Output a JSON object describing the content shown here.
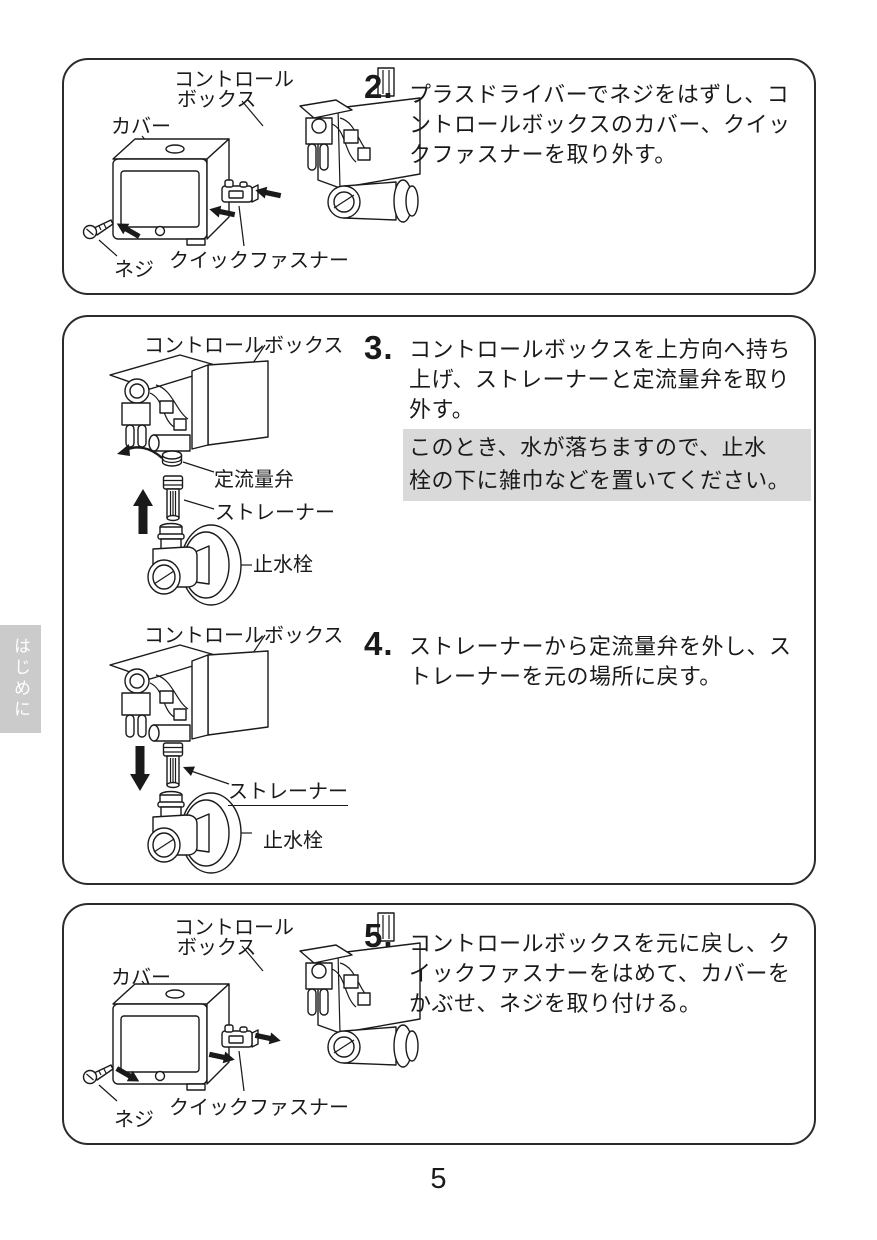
{
  "page_number": "5",
  "side_tab": {
    "label": "はじめに"
  },
  "colors": {
    "note_background": "#d9d9d9",
    "tab_background": "#cbcbcb",
    "line": "#1a1a1a"
  },
  "panel1": {
    "step_number": "2.",
    "step_text": "プラスドライバーでネジをはずし、コ\nントロールボックスのカバー、クイッ\nクファスナーを取り外す。",
    "labels": {
      "control_line1": "コントロール",
      "control_line2": "ボックス",
      "cover": "カバー",
      "quick_fastener": "クイックファスナー",
      "screw": "ネジ"
    }
  },
  "panel2": {
    "step3": {
      "number": "3.",
      "text": "コントロールボックスを上方向へ持ち\n上げ、ストレーナーと定流量弁を取り\n外す。",
      "note": "このとき、水が落ちますので、止水\n栓の下に雑巾などを置いてください。"
    },
    "step4": {
      "number": "4.",
      "text": "ストレーナーから定流量弁を外し、ス\nトレーナーを元の場所に戻す。"
    },
    "labels": {
      "control_box_3": "コントロールボックス",
      "flow_valve": "定流量弁",
      "strainer_3": "ストレーナー",
      "stop_valve_3": "止水栓",
      "control_box_4": "コントロールボックス",
      "strainer_4": "ストレーナー",
      "stop_valve_4": "止水栓"
    }
  },
  "panel3": {
    "step_number": "5.",
    "step_text": "コントロールボックスを元に戻し、ク\nイックファスナーをはめて、カバーを\nかぶせ、ネジを取り付ける。",
    "labels": {
      "control_line1": "コントロール",
      "control_line2": "ボックス",
      "cover": "カバー",
      "quick_fastener": "クイックファスナー",
      "screw": "ネジ"
    }
  }
}
